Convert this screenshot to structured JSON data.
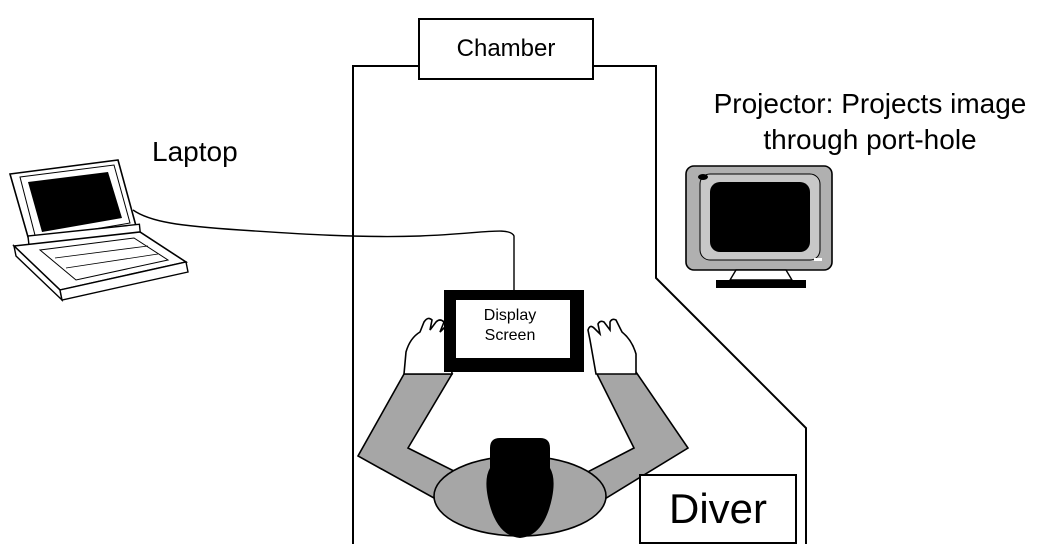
{
  "labels": {
    "chamber": "Chamber",
    "laptop": "Laptop",
    "projector_line1": "Projector: Projects image",
    "projector_line2": "through port-hole",
    "display_line1": "Display",
    "display_line2": "Screen",
    "diver": "Diver"
  },
  "colors": {
    "line": "#000000",
    "diver_body": "#a6a6a6",
    "monitor_bezel": "#b0b0b0",
    "screen": "#000000",
    "background": "#ffffff"
  }
}
